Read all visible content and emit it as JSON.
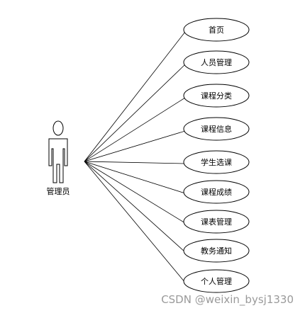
{
  "diagram": {
    "actor": {
      "label": "管理员"
    },
    "use_cases": [
      {
        "label": "首页"
      },
      {
        "label": "人员管理"
      },
      {
        "label": "课程分类"
      },
      {
        "label": "课程信息"
      },
      {
        "label": "学生选课"
      },
      {
        "label": "课程成绩"
      },
      {
        "label": "课表管理"
      },
      {
        "label": "教务通知"
      },
      {
        "label": "个人管理"
      }
    ]
  },
  "watermark": {
    "text": "CSDN @weixin_bysj1330"
  }
}
